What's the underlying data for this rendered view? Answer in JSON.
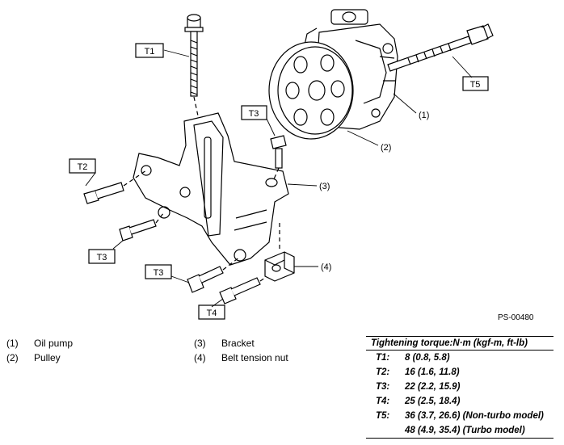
{
  "figure_id": "PS-00480",
  "callouts": {
    "t1": "T1",
    "t2": "T2",
    "t3a": "T3",
    "t3b": "T3",
    "t3c": "T3",
    "t4": "T4",
    "t5": "T5",
    "n1": "(1)",
    "n2": "(2)",
    "n3": "(3)",
    "n4": "(4)"
  },
  "legend": [
    {
      "num": "(1)",
      "label": "Oil pump"
    },
    {
      "num": "(2)",
      "label": "Pulley"
    },
    {
      "num": "(3)",
      "label": "Bracket"
    },
    {
      "num": "(4)",
      "label": "Belt tension nut"
    }
  ],
  "torque_table": {
    "title": "Tightening torque:N·m (kgf-m, ft-lb)",
    "rows": [
      {
        "key": "T1:",
        "value": "8 (0.8, 5.8)"
      },
      {
        "key": "T2:",
        "value": "16 (1.6, 11.8)"
      },
      {
        "key": "T3:",
        "value": "22 (2.2, 15.9)"
      },
      {
        "key": "T4:",
        "value": "25 (2.5, 18.4)"
      },
      {
        "key": "T5:",
        "value": "36 (3.7, 26.6) (Non-turbo model)"
      },
      {
        "key": "",
        "value": "48 (4.9, 35.4) (Turbo model)"
      }
    ]
  }
}
